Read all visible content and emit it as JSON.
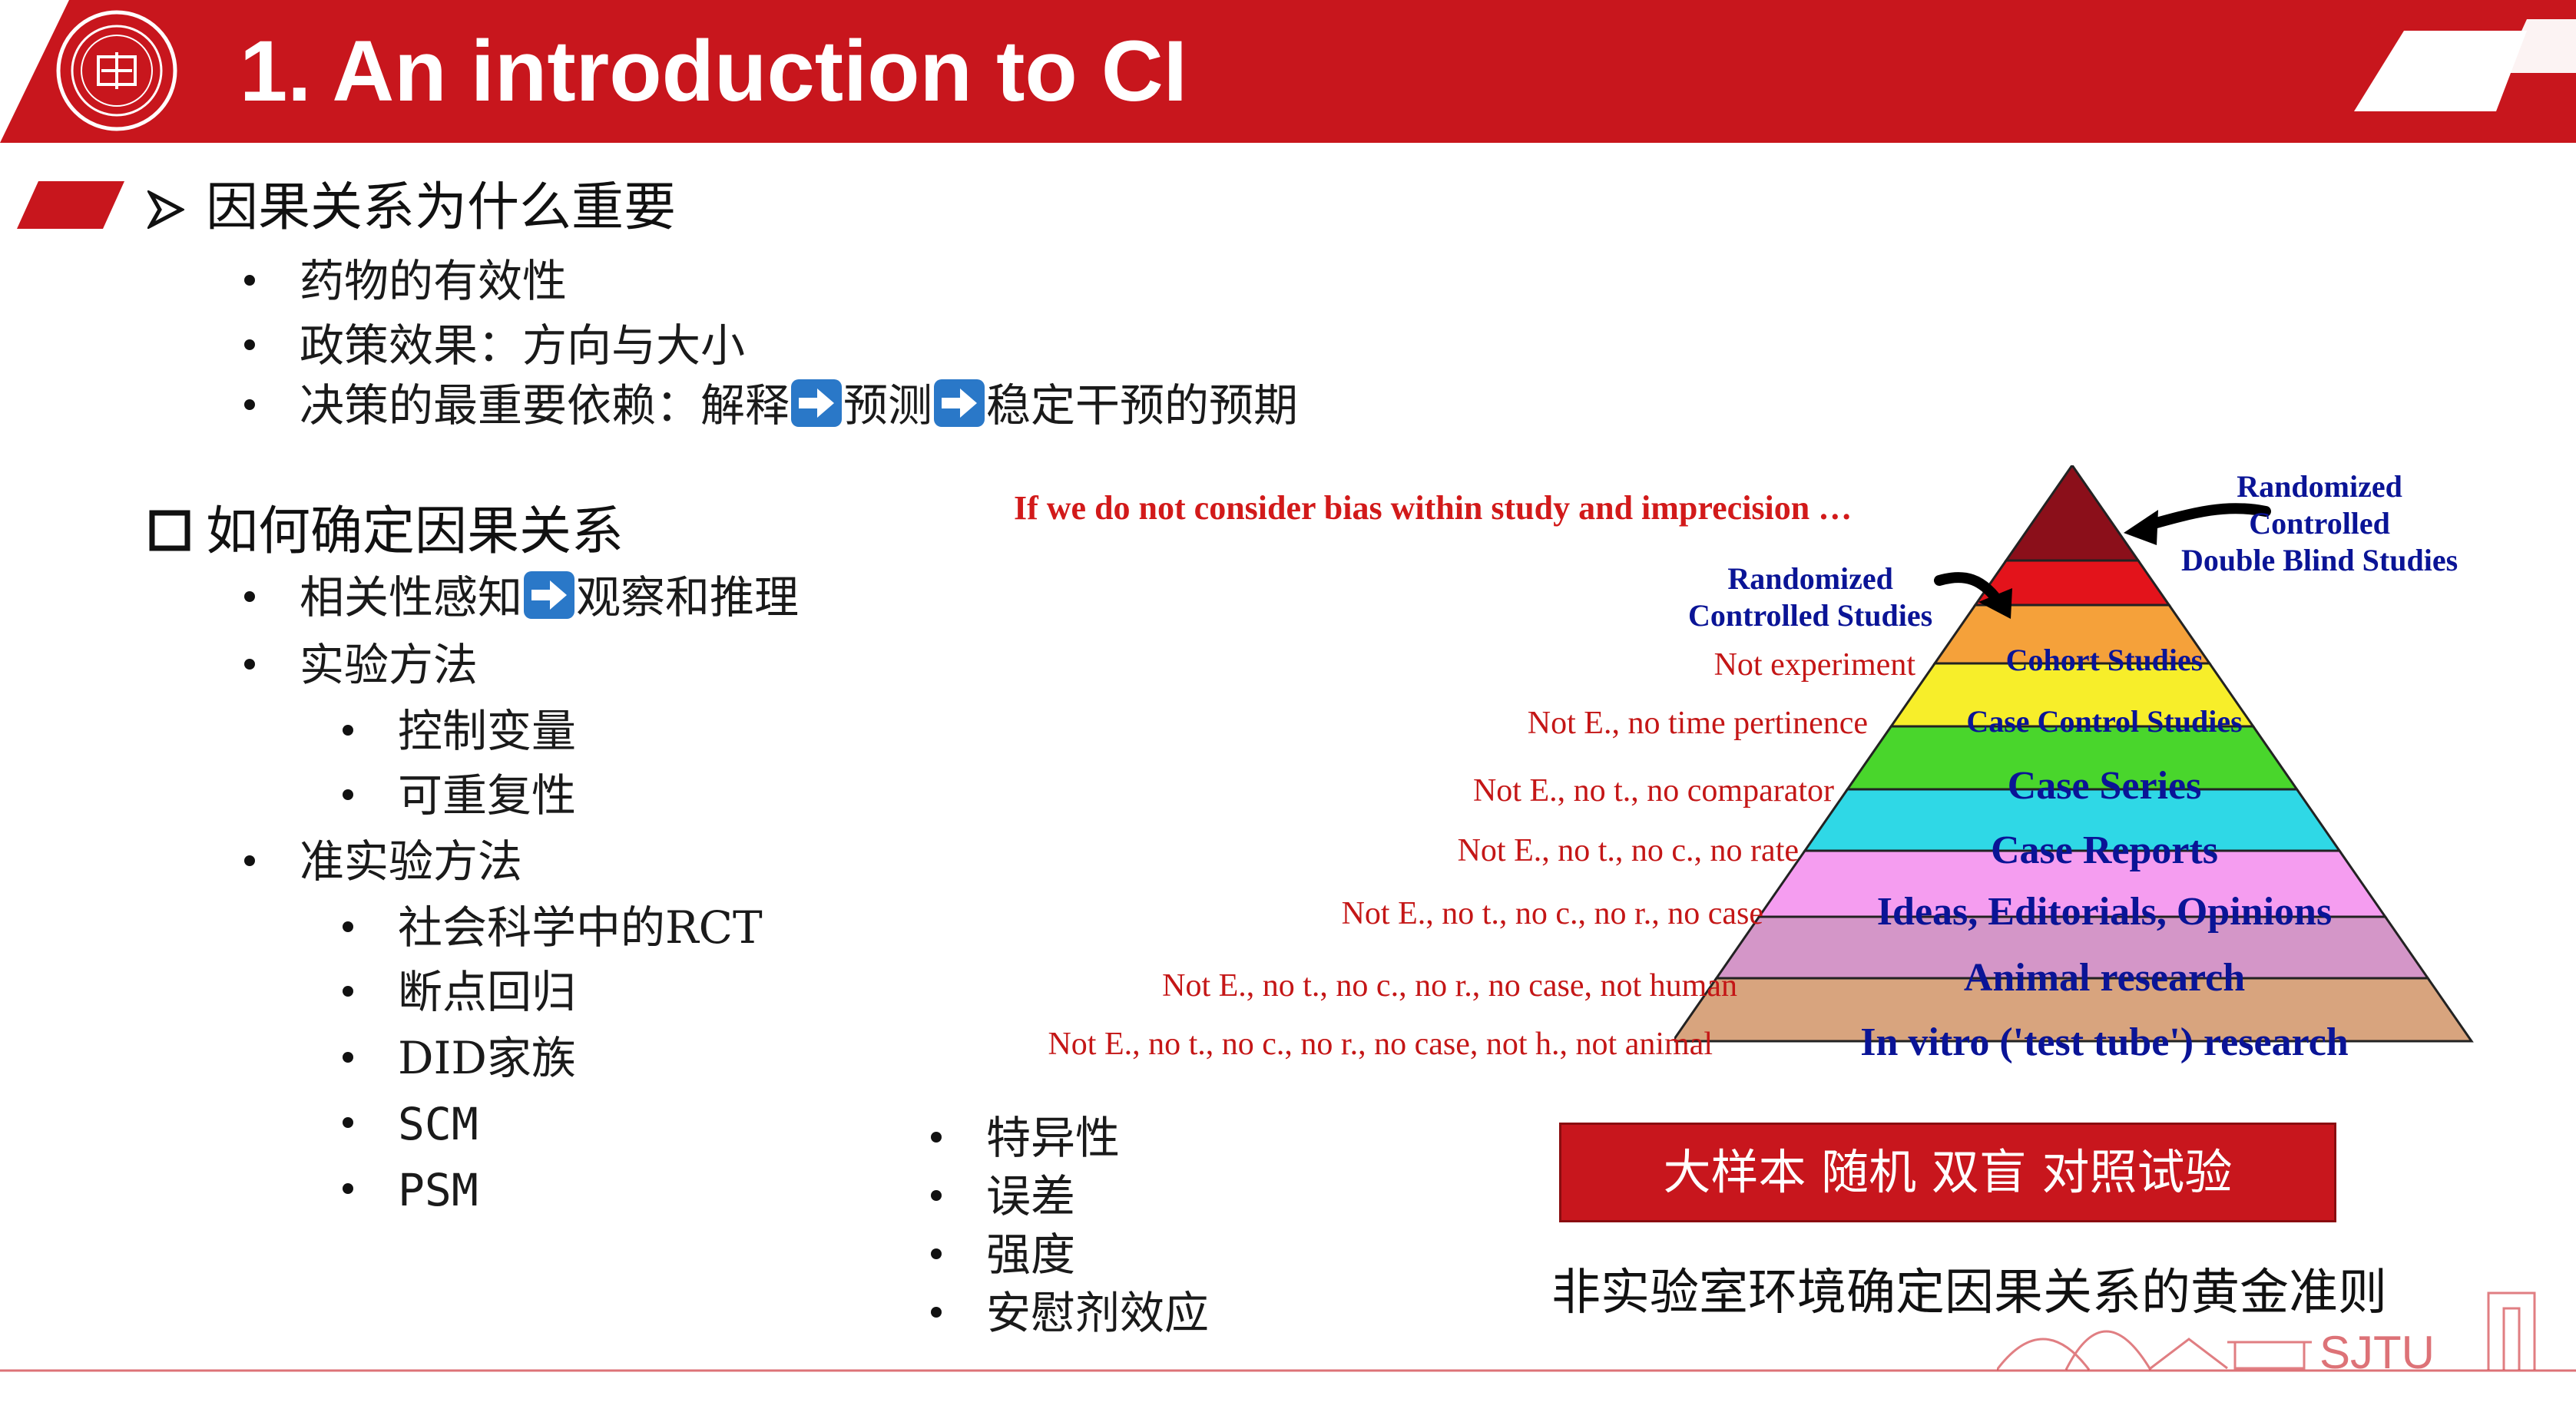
{
  "header": {
    "title": "1. An introduction to CI",
    "brand_color": "#c8161d"
  },
  "section1": {
    "heading": "因果关系为什么重要",
    "items": [
      {
        "text": "药物的有效性"
      },
      {
        "text": "政策效果：方向与大小"
      },
      {
        "before": "决策的最重要依赖：解释",
        "mid": "预测",
        "after": "稳定干预的预期"
      }
    ]
  },
  "section2": {
    "heading": "如何确定因果关系",
    "items": [
      {
        "before": "相关性感知",
        "after": "观察和推理"
      },
      {
        "text": "实验方法",
        "sub": [
          "控制变量",
          "可重复性"
        ]
      },
      {
        "text": "准实验方法",
        "sub": [
          "社会科学中的RCT",
          "断点回归",
          "DID家族",
          "SCM",
          "PSM"
        ]
      }
    ]
  },
  "criteria": [
    "特异性",
    "误差",
    "强度",
    "安慰剂效应"
  ],
  "pyramid": {
    "caption": "If we do not consider bias within study and imprecision …",
    "top_note": [
      "Randomized",
      "Controlled",
      "Double Blind Studies"
    ],
    "second_note": [
      "Randomized",
      "Controlled Studies"
    ],
    "levels": [
      {
        "label": "",
        "side": "",
        "color": "#8b0f1a"
      },
      {
        "label": "",
        "side": "",
        "color": "#e3131b"
      },
      {
        "label": "Cohort Studies",
        "side": "Not experiment",
        "color": "#f5a13a"
      },
      {
        "label": "Case Control Studies",
        "side": "Not E., no time pertinence",
        "color": "#f7ee2a"
      },
      {
        "label": "Case Series",
        "side": "Not E., no t., no comparator",
        "color": "#49d62c"
      },
      {
        "label": "Case Reports",
        "side": "Not E., no t., no c., no rate",
        "color": "#2fd8e6"
      },
      {
        "label": "Ideas, Editorials, Opinions",
        "side": "Not E., no t., no c., no r., no case",
        "color": "#f59df0"
      },
      {
        "label": "Animal research",
        "side": "Not E., no t., no c., no r., no case, not human",
        "color": "#d496c8"
      },
      {
        "label": "In vitro ('test tube') research",
        "side": "Not E., no t., no c., no r., no case, not h., not animal",
        "color": "#d8a47e"
      }
    ]
  },
  "callout": "大样本 随机 双盲 对照试验",
  "gold_rule": "非实验室环境确定因果关系的黄金准则",
  "footer_logo": "SJTU"
}
